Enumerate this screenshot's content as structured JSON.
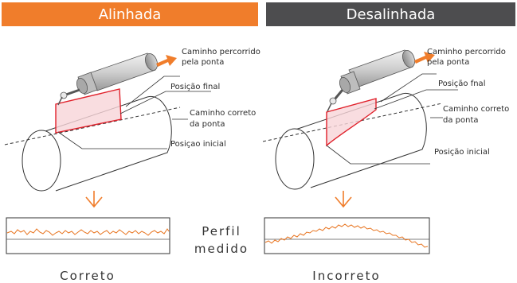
{
  "panels": {
    "left": {
      "title": "Alinhada",
      "label_path": "Caminho percorrido",
      "label_path2": "pela ponta",
      "label_final": "Posição final",
      "label_correct": "Caminho correto",
      "label_correct2": "da ponta",
      "label_initial": "Posiçao inicial",
      "caption": "Correto"
    },
    "right": {
      "title": "Desalinhada",
      "label_path": "Caminho percorrido",
      "label_path2": "pela ponta",
      "label_final": "Posição fnal",
      "label_correct": "Caminho correto",
      "label_correct2": "da ponta",
      "label_initial": "Posição inicial",
      "caption": "Incorreto"
    }
  },
  "center": {
    "line1": "Perfil",
    "line2": "medido"
  },
  "colors": {
    "accent": "#f07d2b",
    "dark": "#4d4d4f",
    "highlight": "#e0202a"
  }
}
